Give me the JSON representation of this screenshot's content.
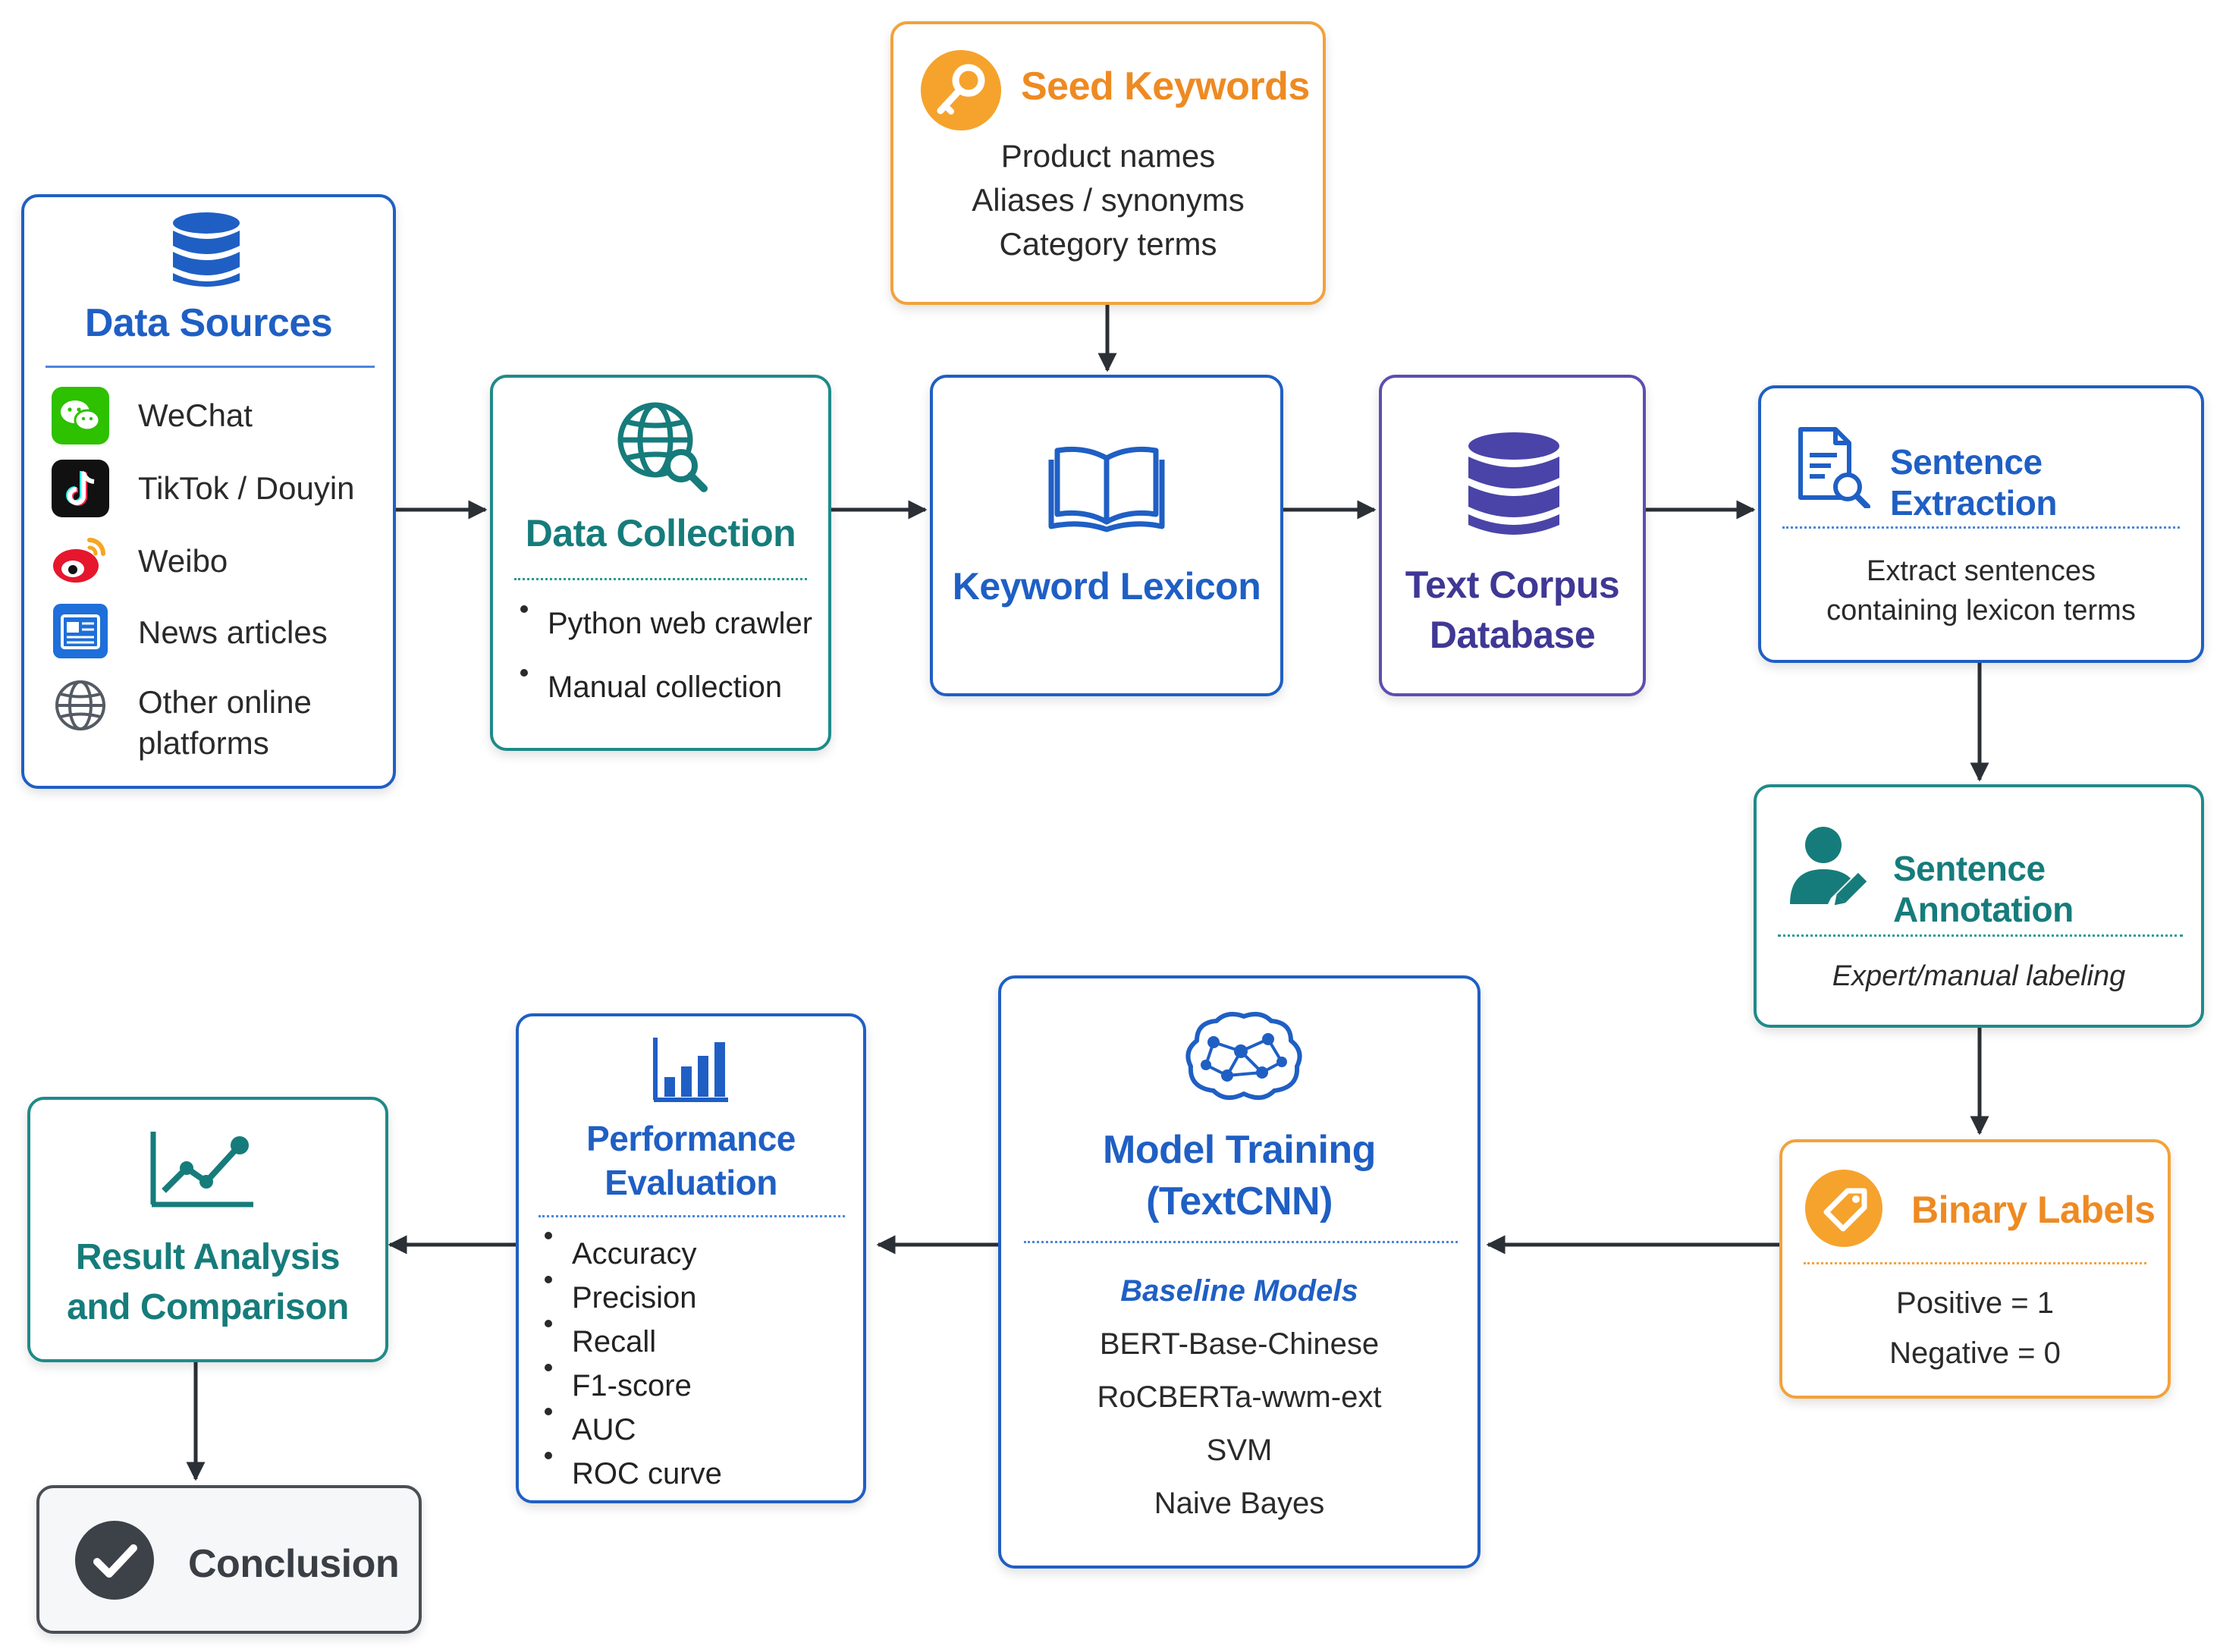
{
  "seed_keywords": {
    "title": "Seed Keywords",
    "lines": [
      "Product names",
      "Aliases / synonyms",
      "Category terms"
    ]
  },
  "data_sources": {
    "title": "Data Sources",
    "items": [
      {
        "label": "WeChat",
        "icon": "wechat-icon"
      },
      {
        "label": "TikTok / Douyin",
        "icon": "tiktok-icon"
      },
      {
        "label": "Weibo",
        "icon": "weibo-icon"
      },
      {
        "label": "News articles",
        "icon": "news-icon"
      },
      {
        "label": "Other online",
        "label2": "platforms",
        "icon": "globe-icon"
      }
    ]
  },
  "data_collection": {
    "title": "Data Collection",
    "items": [
      "Python web crawler",
      "Manual collection"
    ]
  },
  "keyword_lexicon": {
    "title": "Keyword Lexicon"
  },
  "text_corpus": {
    "title_line1": "Text Corpus",
    "title_line2": "Database"
  },
  "sentence_extraction": {
    "title": "Sentence Extraction",
    "desc_line1": "Extract sentences",
    "desc_line2": "containing lexicon terms"
  },
  "sentence_annotation": {
    "title": "Sentence Annotation",
    "desc": "Expert/manual labeling"
  },
  "binary_labels": {
    "title": "Binary Labels",
    "lines": [
      "Positive = 1",
      "Negative = 0"
    ]
  },
  "model_training": {
    "title_line1": "Model Training",
    "title_line2": "(TextCNN)",
    "baseline_title": "Baseline Models",
    "baselines": [
      "BERT-Base-Chinese",
      "RoCBERTa-wwm-ext",
      "SVM",
      "Naive Bayes"
    ]
  },
  "performance_evaluation": {
    "title_line1": "Performance",
    "title_line2": "Evaluation",
    "metrics": [
      "Accuracy",
      "Precision",
      "Recall",
      "F1-score",
      "AUC",
      "ROC curve"
    ]
  },
  "result_analysis": {
    "title_line1": "Result Analysis",
    "title_line2": "and Comparison"
  },
  "conclusion": {
    "title": "Conclusion"
  },
  "colors": {
    "blue": "#1f5fc4",
    "teal": "#1f8a89",
    "orange": "#f2a23b",
    "purple": "#5b4fb0",
    "gray": "#4a4f56",
    "arrow": "#2b2f36"
  }
}
